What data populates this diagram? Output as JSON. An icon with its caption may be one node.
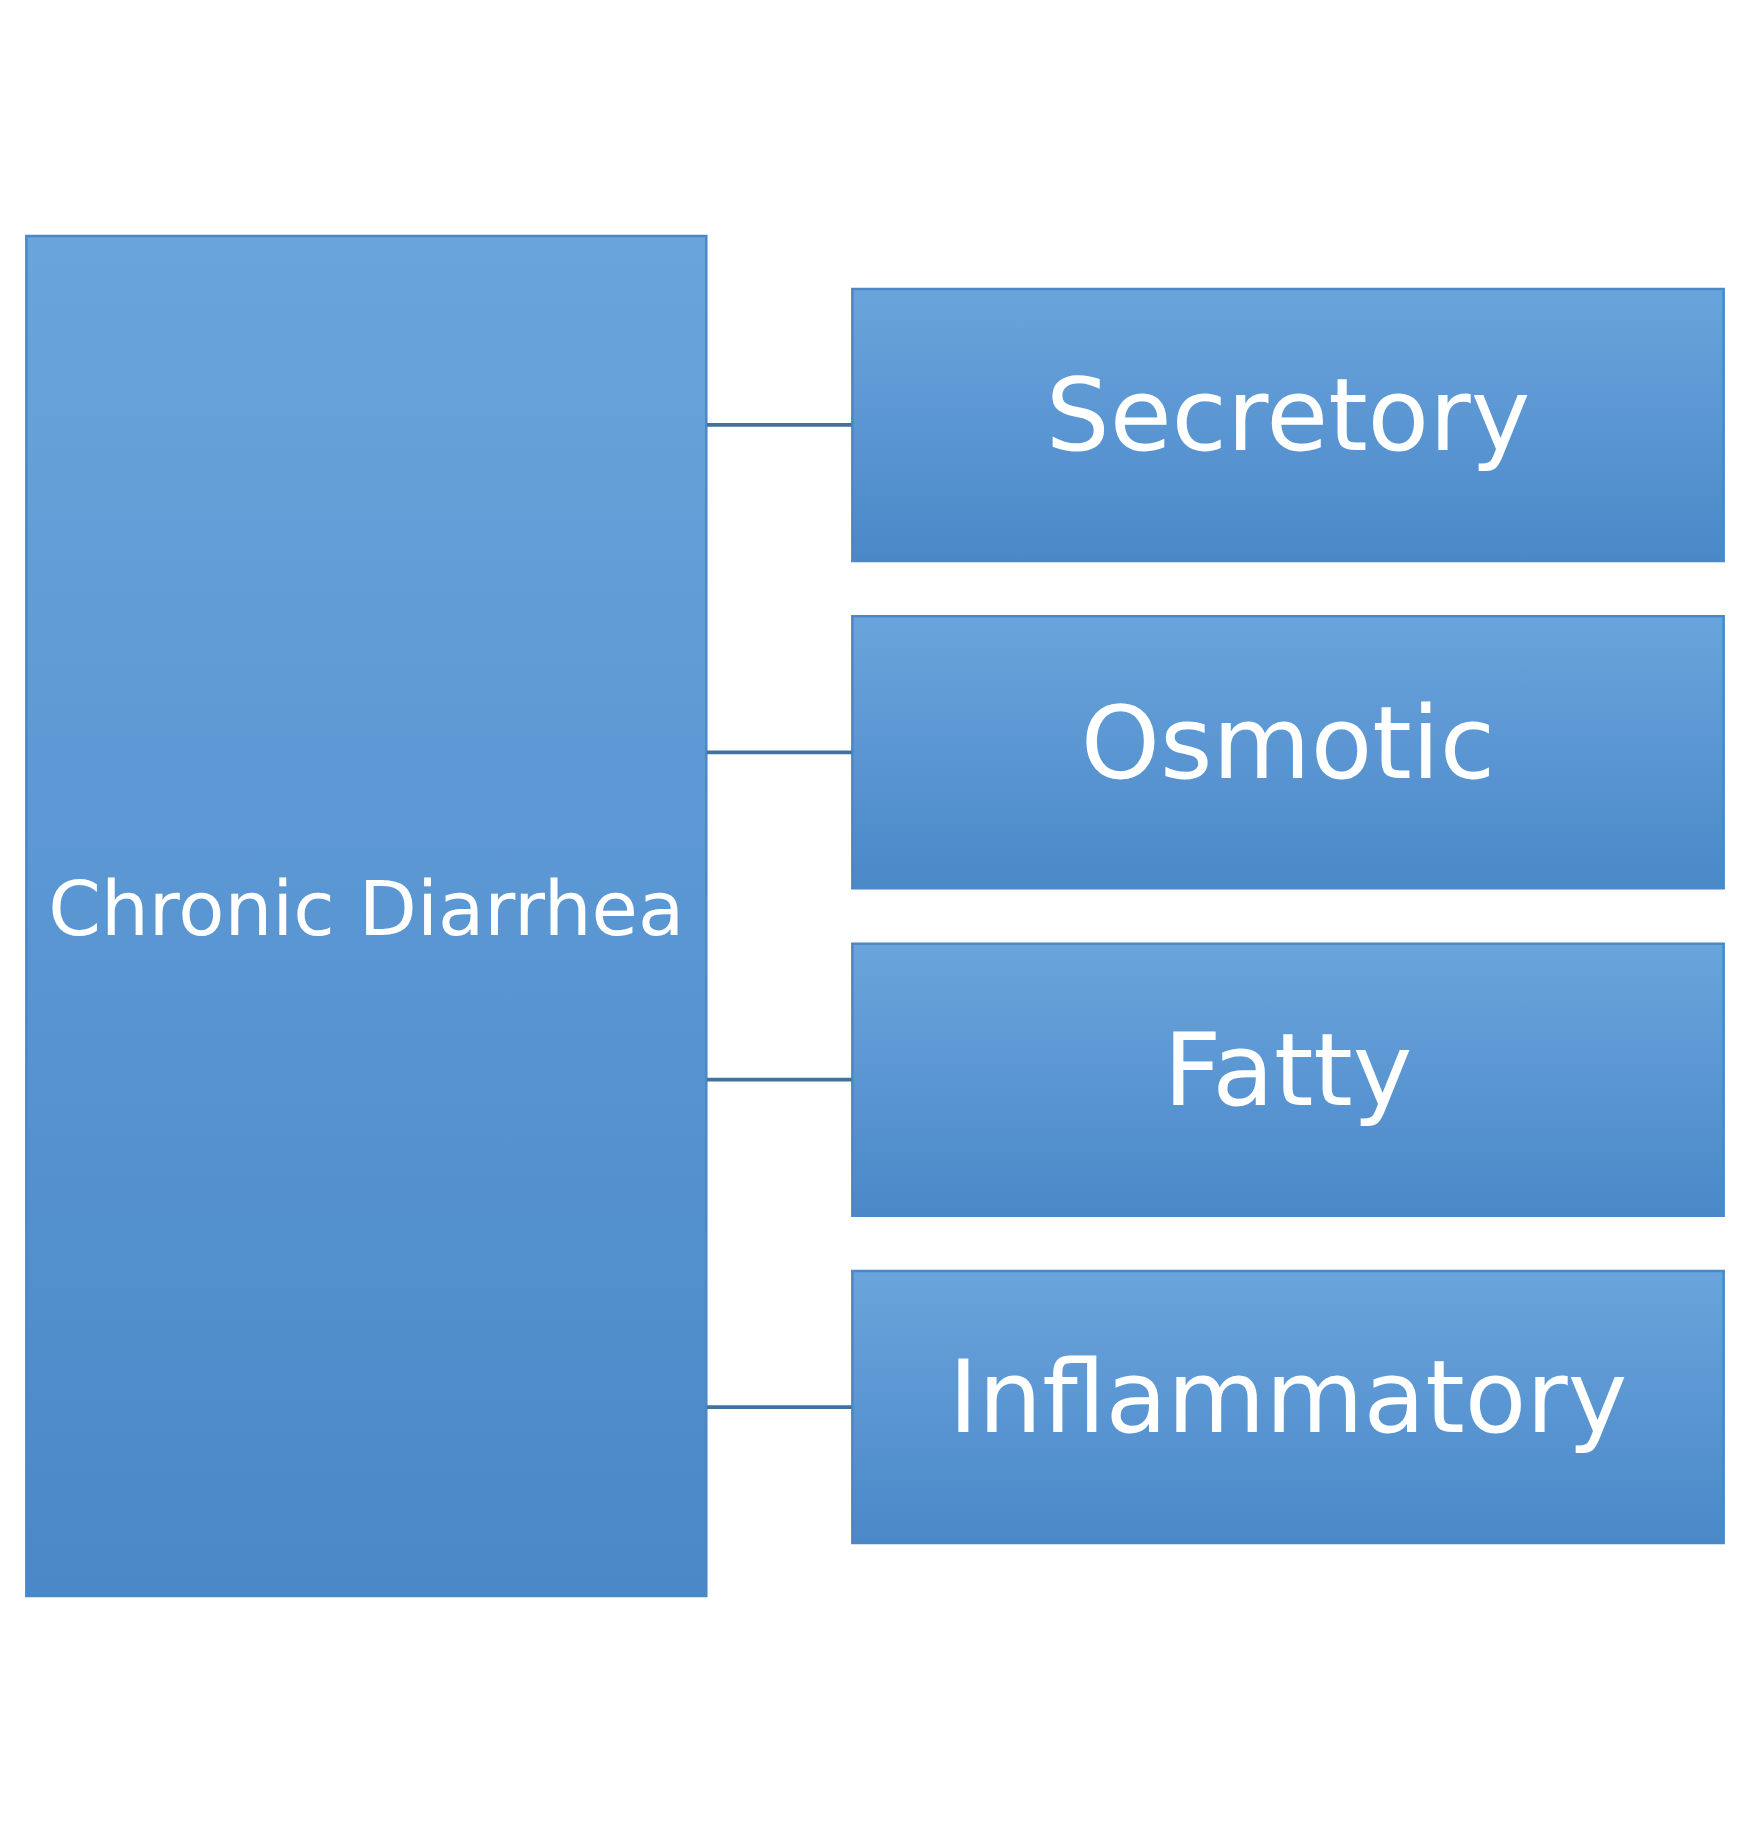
{
  "diagram": {
    "nodes": [
      {
        "text": [
          "Chronic Diarrhea"
        ]
      },
      {
        "text": [
          "Secretory"
        ]
      },
      {
        "text": [
          "Osmotic"
        ]
      },
      {
        "text": [
          "Fatty"
        ]
      },
      {
        "text": [
          "Inflammatory"
        ]
      }
    ],
    "edges": [
      {
        "from": 0,
        "to": 1,
        "arrow": "none"
      },
      {
        "from": 0,
        "to": 2,
        "arrow": "none"
      },
      {
        "from": 0,
        "to": 3,
        "arrow": "none"
      },
      {
        "from": 0,
        "to": 4,
        "arrow": "none"
      }
    ]
  }
}
